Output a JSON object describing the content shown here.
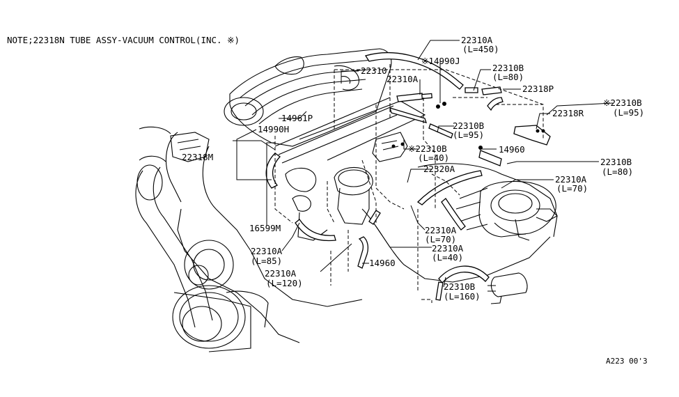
{
  "note": "NOTE;22318N TUBE ASSY-VACUUM CONTROL(INC. ※)",
  "footer_code": "A223  00'3",
  "callouts": {
    "c22310A_450": {
      "part": "22310A",
      "length": "(L=450)"
    },
    "c14990J": {
      "part": "※14990J"
    },
    "c22310": {
      "part": "22310"
    },
    "c22310A_top": {
      "part": "22310A"
    },
    "c22310B_80top": {
      "part": "22310B",
      "length": "(L=80)"
    },
    "c22318P": {
      "part": "22318P"
    },
    "c22310B_95star": {
      "part": "※22310B",
      "length": "(L=95)"
    },
    "c14961P": {
      "part": "14961P"
    },
    "c22318R": {
      "part": "22318R"
    },
    "c14990H": {
      "part": "14990H"
    },
    "c22310B_95": {
      "part": "22310B",
      "length": "(L=95)"
    },
    "c22318M": {
      "part": "22318M"
    },
    "c22310B_40star": {
      "part": "※22310B",
      "length": "(L=40)"
    },
    "c14960_right": {
      "part": "14960"
    },
    "c22310B_80right": {
      "part": "22310B",
      "length": "(L=80)"
    },
    "c22320A": {
      "part": "22320A"
    },
    "c22310A_70right": {
      "part": "22310A",
      "length": "(L=70)"
    },
    "c16599M": {
      "part": "16599M"
    },
    "c22310A_70mid": {
      "part": "22310A",
      "length": "(L=70)"
    },
    "c22310A_85": {
      "part": "22310A",
      "length": "(L=85)"
    },
    "c22310A_40": {
      "part": "22310A",
      "length": "(L=40)"
    },
    "c14960_bottom": {
      "part": "14960"
    },
    "c22310A_120": {
      "part": "22310A",
      "length": "(L=120)"
    },
    "c22310B_160": {
      "part": "22310B",
      "length": "(L=160)"
    }
  }
}
